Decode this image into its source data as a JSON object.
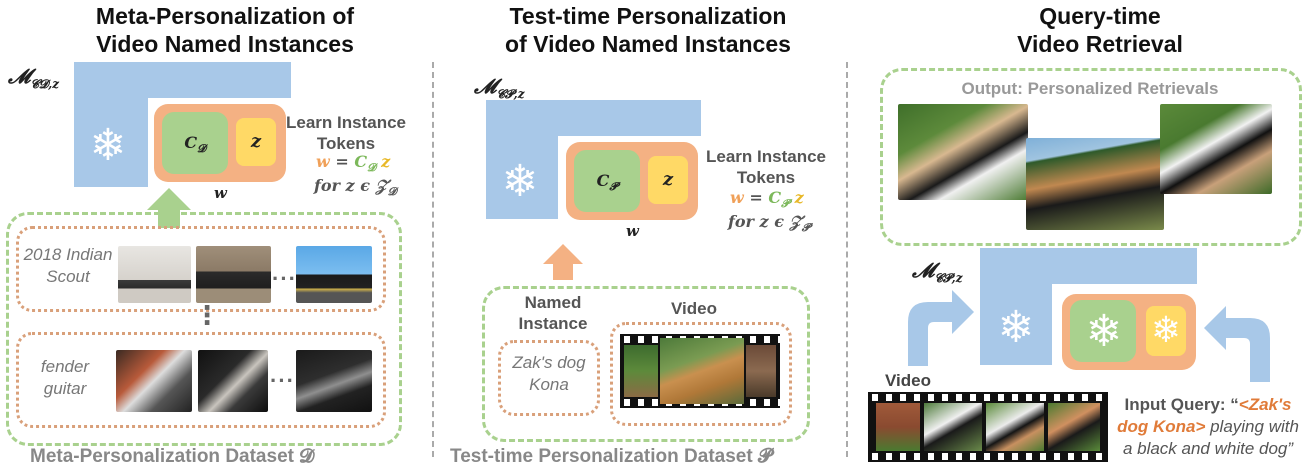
{
  "columns": {
    "meta": {
      "title_line1": "Meta-Personalization of",
      "title_line2": "Video Named Instances",
      "model_label": "𝓜",
      "model_sub": "𝓒𝓓,z",
      "token_c": "C",
      "token_c_sub": "𝓓",
      "token_z": "z",
      "w_label": "w",
      "learn_line1": "Learn Instance",
      "learn_line2": "Tokens",
      "eq_w": "w",
      "eq_eq": " = ",
      "eq_c": "C",
      "eq_c_sub": "𝓓",
      "eq_z": " z",
      "for_line": "for z ϵ 𝒵",
      "for_sub": "𝓓",
      "instance1_line1": "2018 Indian",
      "instance1_line2": "Scout",
      "instance2_line1": "fender",
      "instance2_line2": "guitar",
      "ellipsis": "····",
      "vertical_dots": "⋮",
      "dataset_label": "Meta-Personalization Dataset 𝓓"
    },
    "test": {
      "title_line1": "Test-time Personalization",
      "title_line2": "of Video Named Instances",
      "model_label": "𝓜",
      "model_sub": "𝓒𝓟,z",
      "token_c": "C",
      "token_c_sub": "𝓟",
      "token_z": "z",
      "w_label": "w",
      "learn_line1": "Learn Instance",
      "learn_line2": "Tokens",
      "eq_w": "w",
      "eq_eq": " = ",
      "eq_c": "C",
      "eq_c_sub": "𝓟",
      "eq_z": " z",
      "for_line": "for z ϵ 𝒵",
      "for_sub": "𝓟",
      "named_line1": "Named",
      "named_line2": "Instance",
      "instance_line1": "Zak's dog",
      "instance_line2": "Kona",
      "video_label": "Video",
      "dataset_label": "Test-time Personalization Dataset 𝓟"
    },
    "query": {
      "title_line1": "Query-time",
      "title_line2": "Video Retrieval",
      "output_label": "Output: Personalized Retrievals",
      "model_label": "𝓜",
      "model_sub": "𝓒𝓟,z",
      "video_label": "Video",
      "input_prefix": "Input Query: “",
      "input_highlight_1": "<Zak's",
      "input_highlight_2": "dog Kona>",
      "input_rest_1": " playing with",
      "input_rest_2": "a black and white dog”"
    }
  },
  "icons": {
    "snowflake": "❄",
    "arrow_up": "arrow-up-icon",
    "curved_arrow": "curved-arrow-icon"
  },
  "colors": {
    "blue_panel": "#a8c8e8",
    "green_token": "#a9d18e",
    "yellow_token": "#ffd966",
    "orange_token": "#f4b183",
    "green_dash": "#a9d18e",
    "orange_dot": "#d9a07a",
    "arrow_green": "#a9d18e",
    "arrow_orange": "#f4b183",
    "arrow_blue": "#a8c8e8",
    "highlight_orange": "#e07b39"
  }
}
